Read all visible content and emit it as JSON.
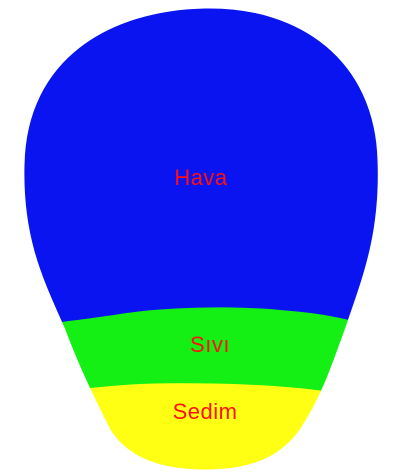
{
  "diagram": {
    "regions": [
      {
        "key": "air",
        "label": "Hava",
        "color": "#0A14F0"
      },
      {
        "key": "liquid",
        "label": "Sıvı",
        "color": "#14F014"
      },
      {
        "key": "sediment",
        "label": "Sedim",
        "color": "#FFFF14"
      }
    ],
    "label_color": "#FF1010",
    "outline_color": "#ffffff"
  }
}
